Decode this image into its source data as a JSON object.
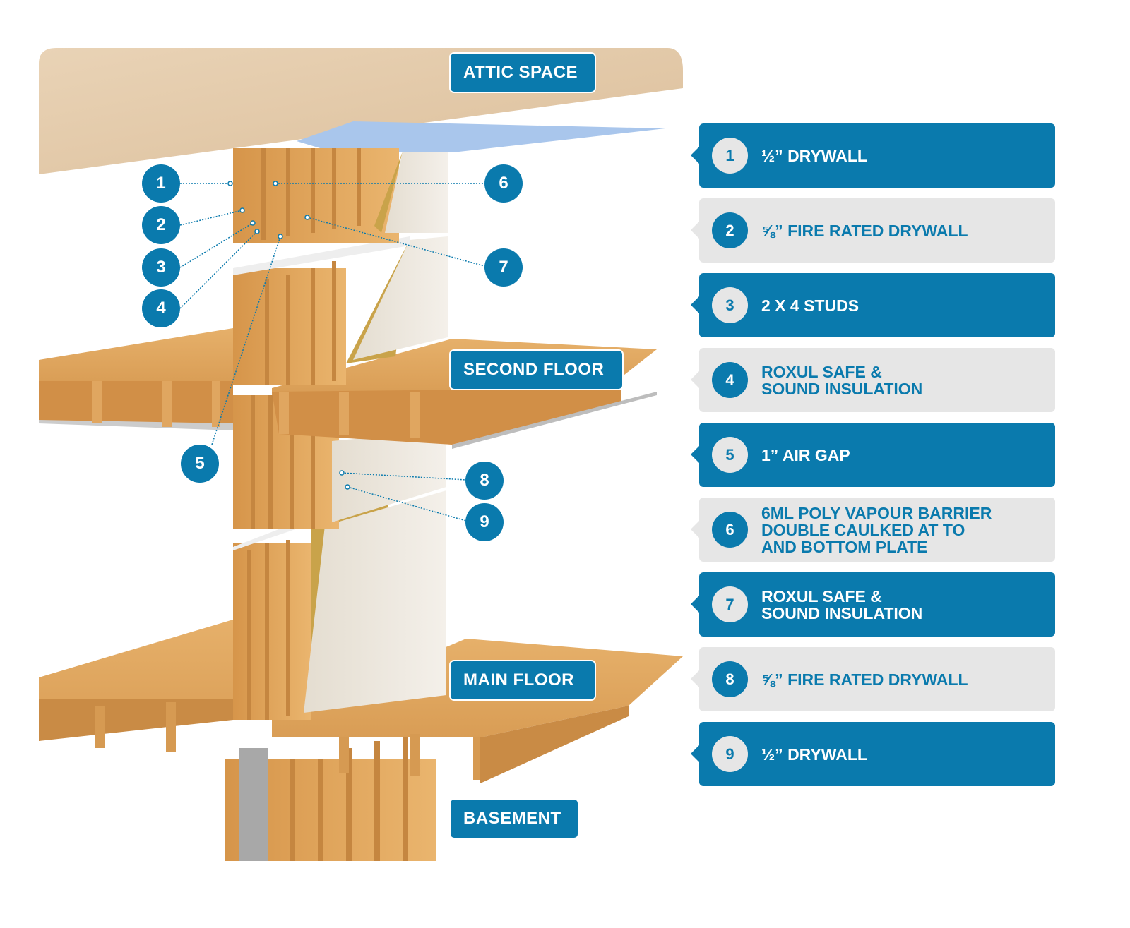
{
  "floor_labels": {
    "attic": "ATTIC SPACE",
    "second": "SECOND FLOOR",
    "main": "MAIN FLOOR",
    "basement": "BASEMENT"
  },
  "callouts": [
    "1",
    "2",
    "3",
    "4",
    "5",
    "6",
    "7",
    "8",
    "9"
  ],
  "legend": [
    {
      "num": "1",
      "text": "½” DRYWALL"
    },
    {
      "num": "2",
      "text": "⅝” FIRE RATED DRYWALL"
    },
    {
      "num": "3",
      "text": "2 X 4 STUDS"
    },
    {
      "num": "4",
      "text": "ROXUL SAFE &\nSOUND INSULATION"
    },
    {
      "num": "5",
      "text": "1” AIR GAP"
    },
    {
      "num": "6",
      "text": "6ML POLY VAPOUR BARRIER\nDOUBLE CAULKED AT TO\nAND BOTTOM PLATE"
    },
    {
      "num": "7",
      "text": "ROXUL SAFE &\nSOUND INSULATION"
    },
    {
      "num": "8",
      "text": "⅝” FIRE RATED DRYWALL"
    },
    {
      "num": "9",
      "text": "½” DRYWALL"
    }
  ],
  "colors": {
    "brand_blue": "#0a7aad",
    "legend_grey": "#e6e6e6",
    "wood": "#e0a55a"
  }
}
